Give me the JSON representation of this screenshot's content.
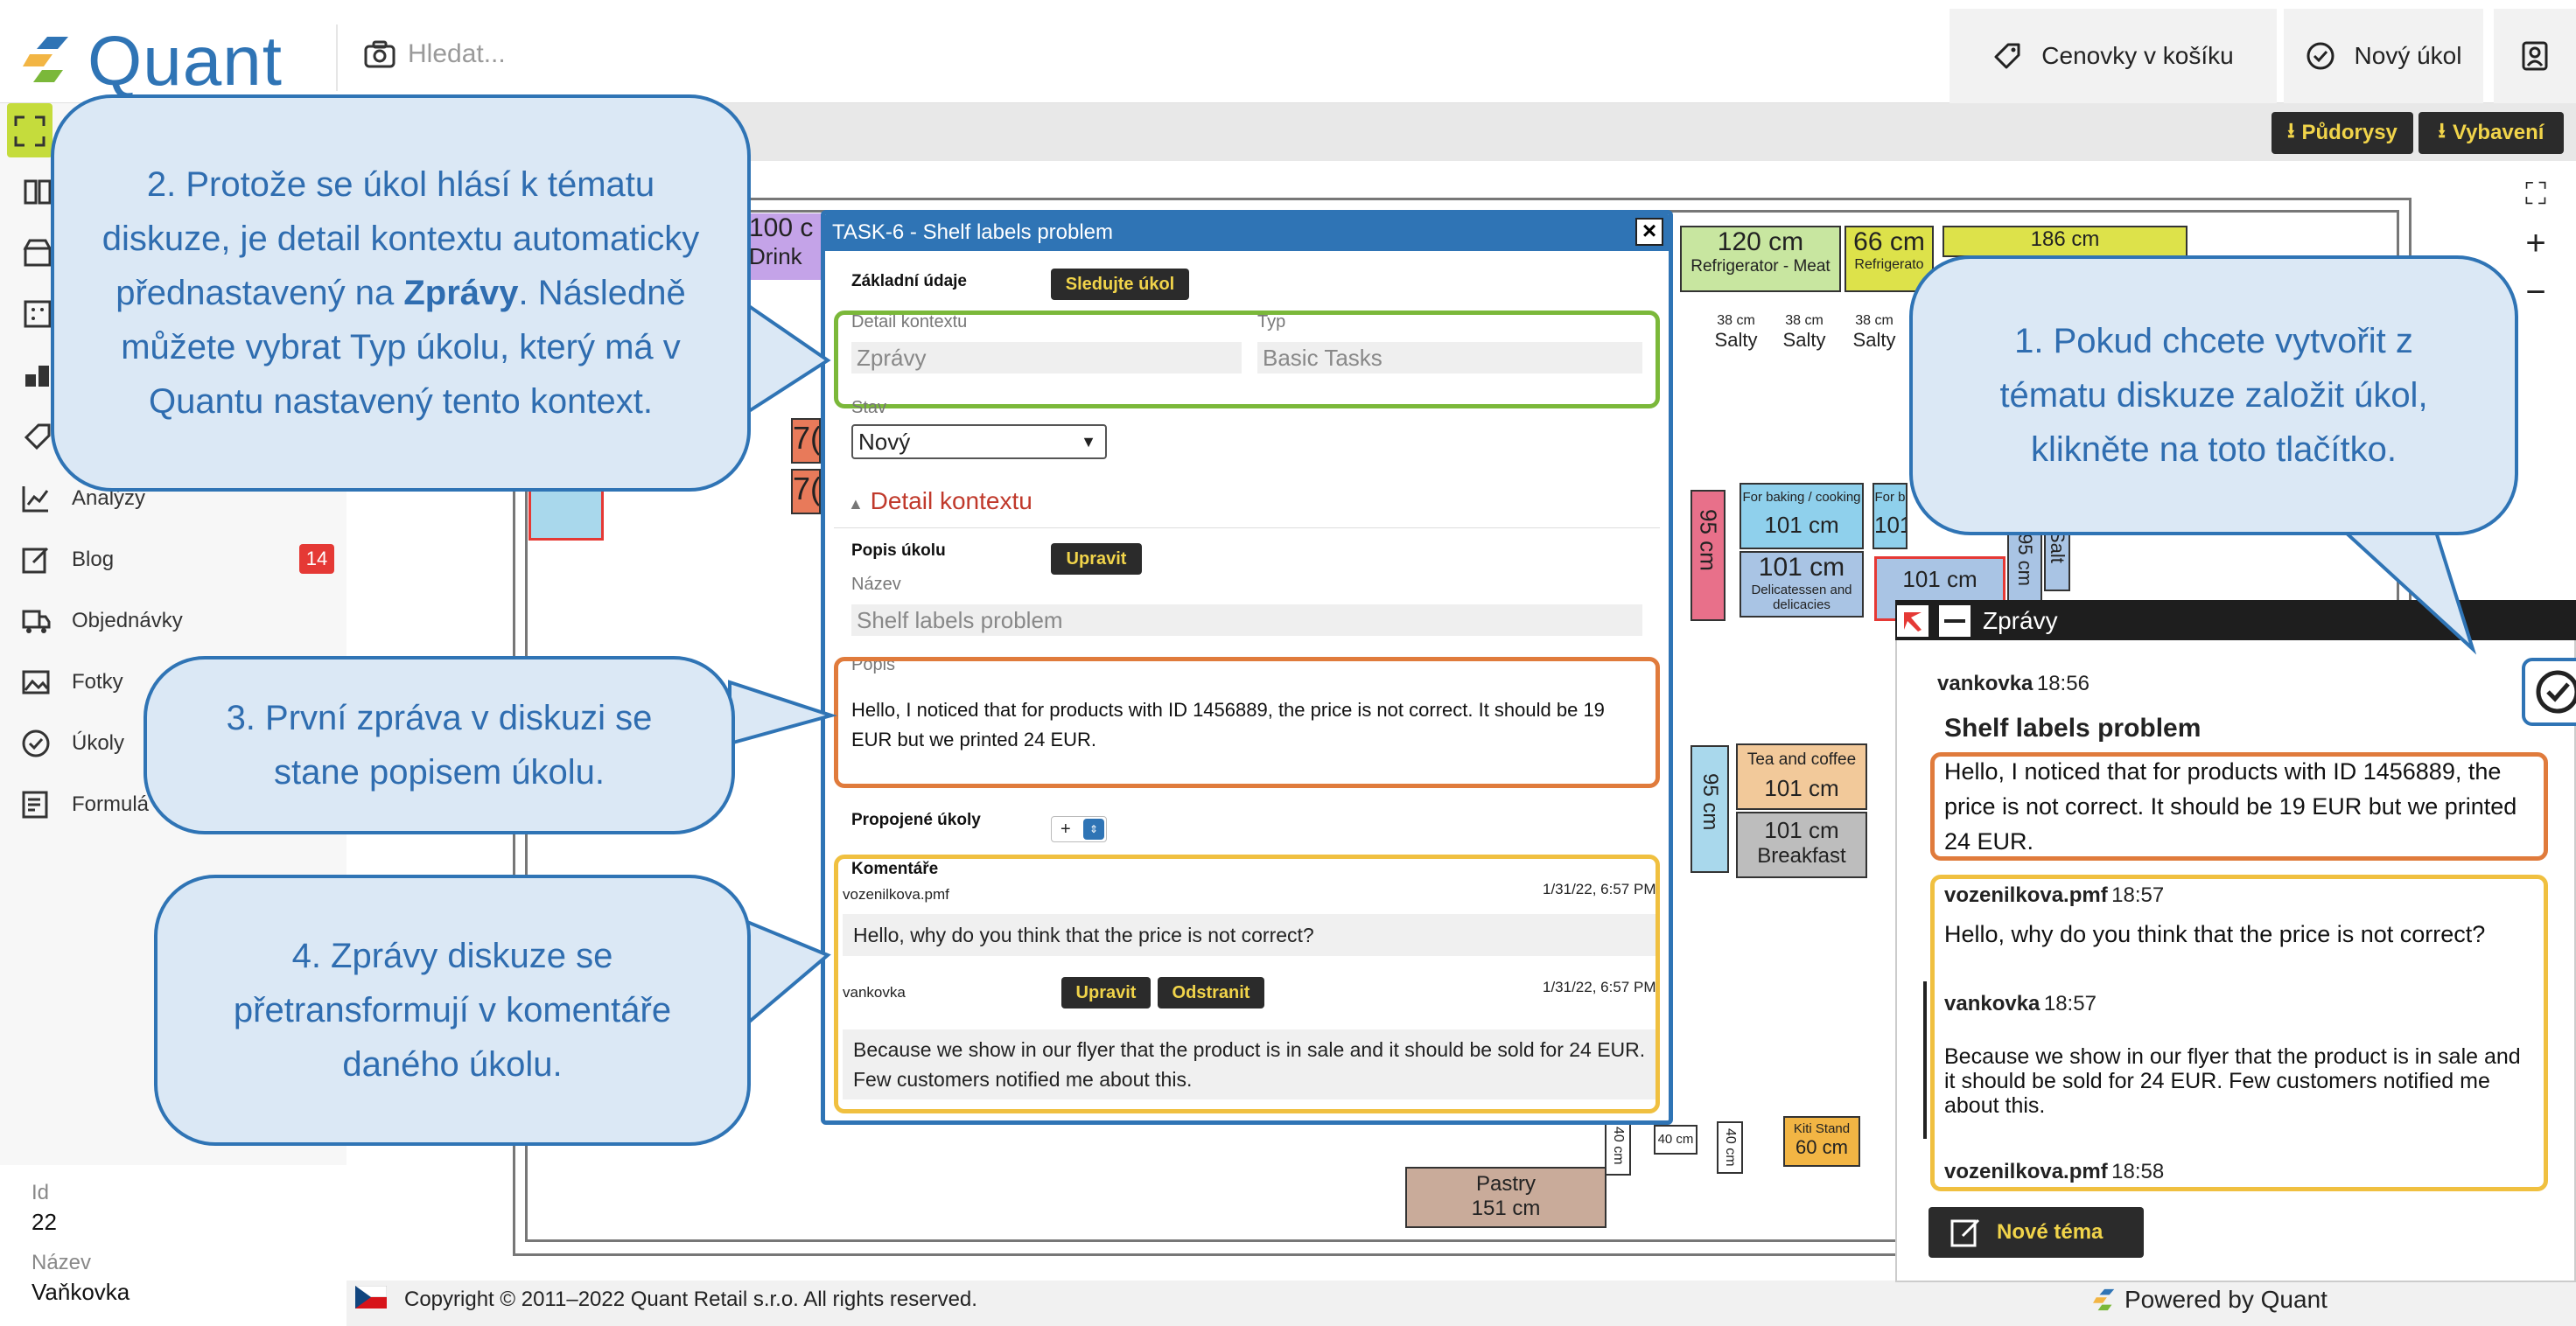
{
  "header": {
    "logo_text": "Quant",
    "search_placeholder": "Hledat...",
    "cart_prices_label": "Cenovky v košíku",
    "new_task_label": "Nový úkol"
  },
  "toolbar": {
    "floorplans_label": "Půdorysy",
    "equipment_label": "Vybavení"
  },
  "sidebar": {
    "items": [
      {
        "label": "Analýzy",
        "icon": "chart-icon"
      },
      {
        "label": "Blog",
        "icon": "edit-icon",
        "badge": "14"
      },
      {
        "label": "Objednávky",
        "icon": "truck-icon"
      },
      {
        "label": "Fotky",
        "icon": "image-icon"
      },
      {
        "label": "Úkoly",
        "icon": "check-circle-icon"
      },
      {
        "label": "Formulá",
        "icon": "form-icon"
      }
    ],
    "info": {
      "id_label": "Id",
      "id_value": "22",
      "name_label": "Název",
      "name_value": "Vaňkovka"
    }
  },
  "floorplan": {
    "shelves": [
      {
        "label": "120 cm",
        "sub": "Refrigerator - Meat",
        "color": "#c8e6a0"
      },
      {
        "label": "66 cm",
        "sub": "Refrigerato",
        "color": "#dde24a"
      },
      {
        "label": "186 cm",
        "color": "#dde24a"
      },
      {
        "label": "100 c",
        "sub": "Drink",
        "color": "#c4a3e8"
      },
      {
        "label": "38 cm",
        "sub": "Salty"
      },
      {
        "label": "38 cm",
        "sub": "Salty"
      },
      {
        "label": "38 cm",
        "sub": "Salty"
      },
      {
        "label": "101 cm",
        "sub": "For baking / cooking",
        "color": "#8fd0ec"
      },
      {
        "label": "101 cm",
        "sub": "For b",
        "color": "#8fd0ec"
      },
      {
        "label": "101 cm",
        "sub": "Delicatessen and delicacies",
        "color": "#a9c4e4"
      },
      {
        "label": "101 cm",
        "color": "#a9c4e4"
      },
      {
        "label": "95 cm",
        "color": "#e8708a"
      },
      {
        "label": "95 cm",
        "color": "#a9c4e4"
      },
      {
        "label": "Salt",
        "color": "#a9c4e4"
      },
      {
        "label": "Tea and coffee",
        "sub": "101 cm",
        "color": "#f2c99a"
      },
      {
        "label": "101 cm",
        "sub": "Breakfast",
        "color": "#bdbdbd"
      },
      {
        "label": "95 cm",
        "color": "#a9d8ec"
      },
      {
        "label": "Pastry",
        "sub": "151 cm",
        "color": "#c9ab9a"
      },
      {
        "label": "Kiti Stand",
        "sub": "60 cm",
        "color": "#f2b544"
      },
      {
        "label": "40 cm"
      },
      {
        "label": "40 cm"
      },
      {
        "label": "40 cm"
      },
      {
        "label": "7(",
        "color": "#e87a5a"
      },
      {
        "label": "7(",
        "color": "#e87a5a"
      }
    ]
  },
  "footer": {
    "copyright": "Copyright © 2011–2022 Quant Retail s.r.o. All rights reserved.",
    "powered": "Powered by Quant"
  },
  "task": {
    "title": "TASK-6 - Shelf labels problem",
    "basic_info_label": "Základní údaje",
    "follow_button": "Sledujte úkol",
    "context_label": "Detail kontextu",
    "context_value": "Zprávy",
    "type_label": "Typ",
    "type_value": "Basic Tasks",
    "state_label": "Stav",
    "state_value": "Nový",
    "context_detail_toggle": "Detail kontextu",
    "description_section": "Popis úkolu",
    "edit_button": "Upravit",
    "name_label": "Název",
    "name_value": "Shelf labels problem",
    "description_label": "Popis",
    "description_value": "Hello, I noticed that for products with ID 1456889, the price is not correct. It should be 19 EUR but we printed 24 EUR.",
    "linked_tasks_label": "Propojené úkoly",
    "linked_select": "+",
    "comments_label": "Komentáře",
    "comments": [
      {
        "author": "vozenilkova.pmf",
        "time": "1/31/22, 6:57 PM",
        "text": "Hello, why do you think that the price is not correct?"
      },
      {
        "author": "vankovka",
        "time": "1/31/22, 6:57 PM",
        "text": "Because we show in our flyer that the product is in sale and it should be sold for 24 EUR. Few customers notified me about this.",
        "edit": "Upravit",
        "delete": "Odstranit"
      }
    ]
  },
  "chat": {
    "title": "Zprávy",
    "first_author": "vankovka",
    "first_time": "18:56",
    "topic_title": "Shelf labels problem",
    "first_message": "Hello, I noticed that for products with ID 1456889, the price is not correct. It should be 19 EUR but we printed 24 EUR.",
    "replies": [
      {
        "author": "vozenilkova.pmf",
        "time": "18:57",
        "text": "Hello, why do you think that the price is not correct?"
      },
      {
        "author": "vankovka",
        "time": "18:57",
        "text": "Because we show in our flyer that the product is in sale and it should be sold for 24 EUR. Few customers notified me about this."
      },
      {
        "author": "vozenilkova.pmf",
        "time": "18:58",
        "text": ""
      }
    ],
    "new_topic_button": "Nové téma"
  },
  "callouts": {
    "c1": "1. Pokud chcete vytvořit z tématu diskuze založit úkol, klikněte na toto tlačítko.",
    "c2_a": "2. Protože se úkol hlásí k tématu diskuze, je detail kontextu automaticky přednastavený na",
    "c2_bold": "Zprávy",
    "c2_b": ". Následně můžete vybrat Typ úkolu, který má v Quantu nastavený tento kontext.",
    "c3": "3. První zpráva v diskuzi se stane popisem úkolu.",
    "c4": "4. Zprávy diskuze se přetransformují v komentáře daného úkolu."
  },
  "colors": {
    "accent_blue": "#2f74b5",
    "callout_fill": "#dbe8f5",
    "highlight_green": "#7bb83a",
    "highlight_orange": "#e07b3c",
    "highlight_yellow": "#f0c040",
    "button_dark": "#2b2b2b",
    "button_text": "#f1d44a",
    "sidebar_active": "#c5dc3c",
    "badge_red": "#e53935"
  }
}
